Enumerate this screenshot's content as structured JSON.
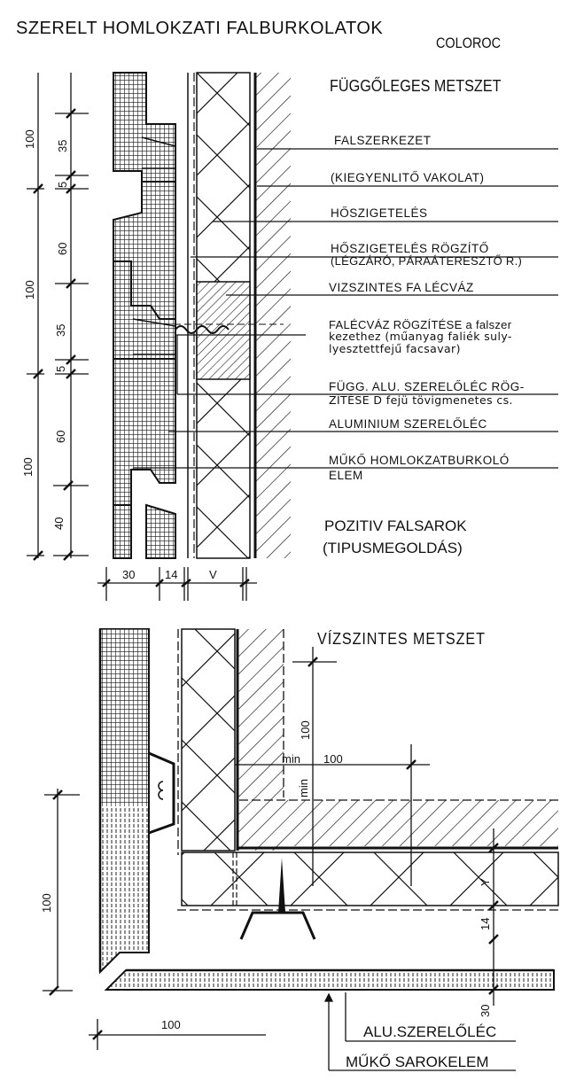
{
  "title": "SZERELT HOMLOKZATI FALBURKOLATOK",
  "brand": "COLOROC",
  "vertical_section": {
    "heading": "FÜGGŐLEGES METSZET",
    "labels": [
      "FALSZERKEZET",
      "(KIEGYENLITŐ VAKOLAT)",
      "HŐSZIGETELÉS",
      "HŐSZIGETELÉS RÖGZÍTŐ",
      "(LÉGZÁRÓ, PÁRAÁTERESZTŐ R.)",
      "VIZSZINTES FA LÉCVÁZ",
      "FALÉCVÁZ RÖGZÍTÉSE a falszer",
      "kezethez (műanyag faliék suly-",
      "lyesztettfejű facsavar)",
      "FÜGG. ALU. SZERELŐLÉC RÖG-",
      "ZÍTÉSE D fejü tövigmenetes cs.",
      "ALUMINIUM SZERELŐLÉC",
      "MŰKŐ HOMLOKZATBURKOLÓ",
      "ELEM"
    ],
    "dimensions_outer": [
      "100",
      "100",
      "100"
    ],
    "dimensions_inner": [
      "35",
      "5",
      "60",
      "35",
      "5",
      "60",
      "40"
    ],
    "dimensions_bottom": [
      "30",
      "14",
      "V"
    ]
  },
  "corner": {
    "heading_line1": "POZITIV FALSAROK",
    "heading_line2": "(TIPUSMEGOLDÁS)"
  },
  "horizontal_section": {
    "heading": "VÍZSZINTES METSZET",
    "dimensions": {
      "vertical_100": "100",
      "min_label": "min",
      "horizontal_100": "100",
      "min_label_2": "min",
      "left_100": "100",
      "bottom_100": "100",
      "y_label": "Y",
      "d14": "14",
      "d30": "30"
    },
    "labels": [
      "ALU.SZERELŐLÉC",
      "MŰKŐ SAROKELEM"
    ]
  }
}
